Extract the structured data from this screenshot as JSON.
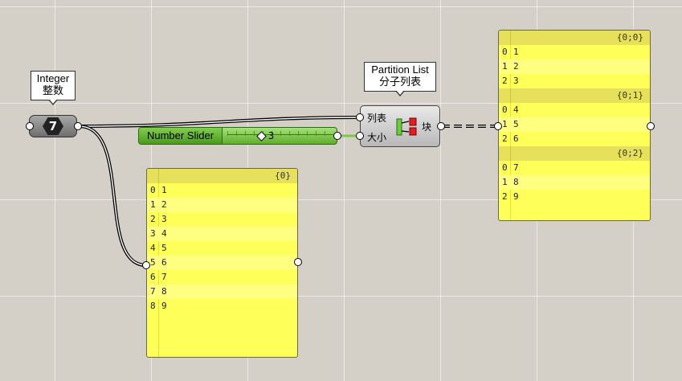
{
  "integer_param": {
    "tooltip_en": "Integer",
    "tooltip_cn": "整数",
    "value": "7"
  },
  "partition_list": {
    "tooltip_en": "Partition List",
    "tooltip_cn": "分子列表",
    "input_list": "列表",
    "input_size": "大小",
    "output_chunks": "块"
  },
  "number_slider": {
    "label": "Number Slider",
    "value": "3"
  },
  "panel_main": {
    "path": "{0}",
    "rows": [
      {
        "i": "0",
        "v": "1"
      },
      {
        "i": "1",
        "v": "2"
      },
      {
        "i": "2",
        "v": "3"
      },
      {
        "i": "3",
        "v": "4"
      },
      {
        "i": "4",
        "v": "5"
      },
      {
        "i": "5",
        "v": "6"
      },
      {
        "i": "6",
        "v": "7"
      },
      {
        "i": "7",
        "v": "8"
      },
      {
        "i": "8",
        "v": "9"
      }
    ]
  },
  "panel_partition": {
    "branches": [
      {
        "path": "{0;0}",
        "rows": [
          {
            "i": "0",
            "v": "1"
          },
          {
            "i": "1",
            "v": "2"
          },
          {
            "i": "2",
            "v": "3"
          }
        ]
      },
      {
        "path": "{0;1}",
        "rows": [
          {
            "i": "0",
            "v": "4"
          },
          {
            "i": "1",
            "v": "5"
          },
          {
            "i": "2",
            "v": "6"
          }
        ]
      },
      {
        "path": "{0;2}",
        "rows": [
          {
            "i": "0",
            "v": "7"
          },
          {
            "i": "1",
            "v": "8"
          },
          {
            "i": "2",
            "v": "9"
          }
        ]
      }
    ]
  },
  "colors": {
    "canvas": "#d4d0c8",
    "panel_yellow": "#ffff5a",
    "slider_green": "#6fc03a",
    "wire": "#000000"
  }
}
